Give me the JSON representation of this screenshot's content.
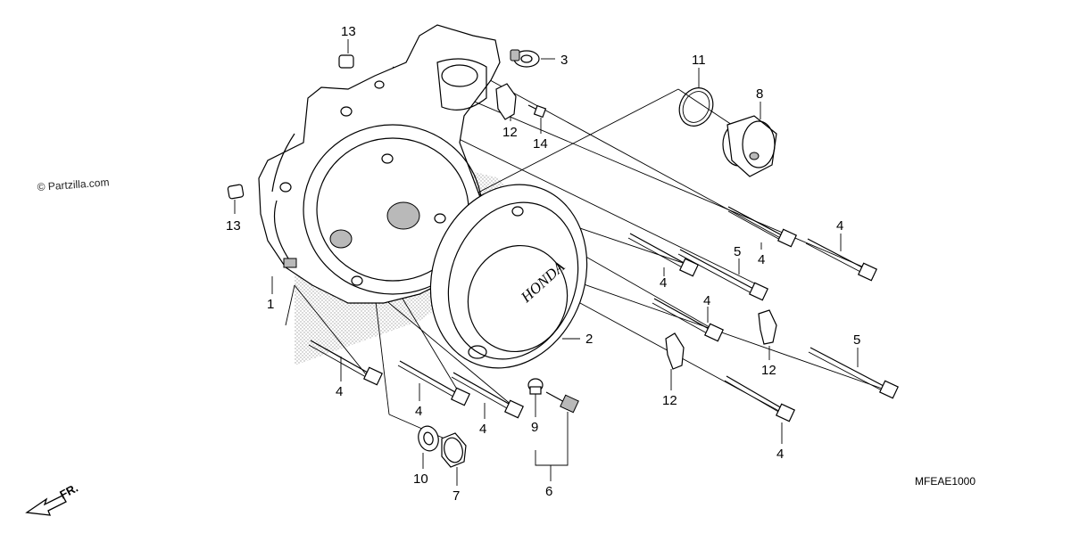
{
  "watermark": "© Partzilla.com",
  "cover_text": "HONDA",
  "diagram_code": "MFEAE1000",
  "front_arrow": "FR.",
  "callouts": [
    "13",
    "3",
    "11",
    "8",
    "12",
    "14",
    "13",
    "4",
    "4",
    "5",
    "4",
    "1",
    "4",
    "2",
    "4",
    "4",
    "12",
    "5",
    "4",
    "9",
    "12",
    "10",
    "7",
    "6",
    "4"
  ]
}
